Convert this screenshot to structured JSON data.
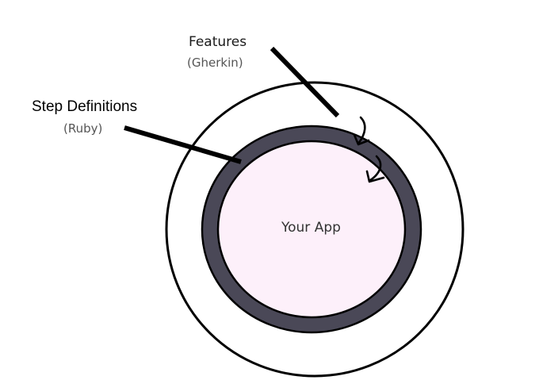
{
  "features": {
    "title": "Features",
    "subtitle": "(Gherkin)"
  },
  "step_definitions": {
    "title": "Step Definitions",
    "subtitle": "(Ruby)"
  },
  "app": {
    "label": "Your App"
  },
  "colors": {
    "outer_ring_stroke": "#000000",
    "step_ring_fill": "#4a4857",
    "app_fill": "#fdf0fa",
    "pointer_line": "#000000"
  }
}
